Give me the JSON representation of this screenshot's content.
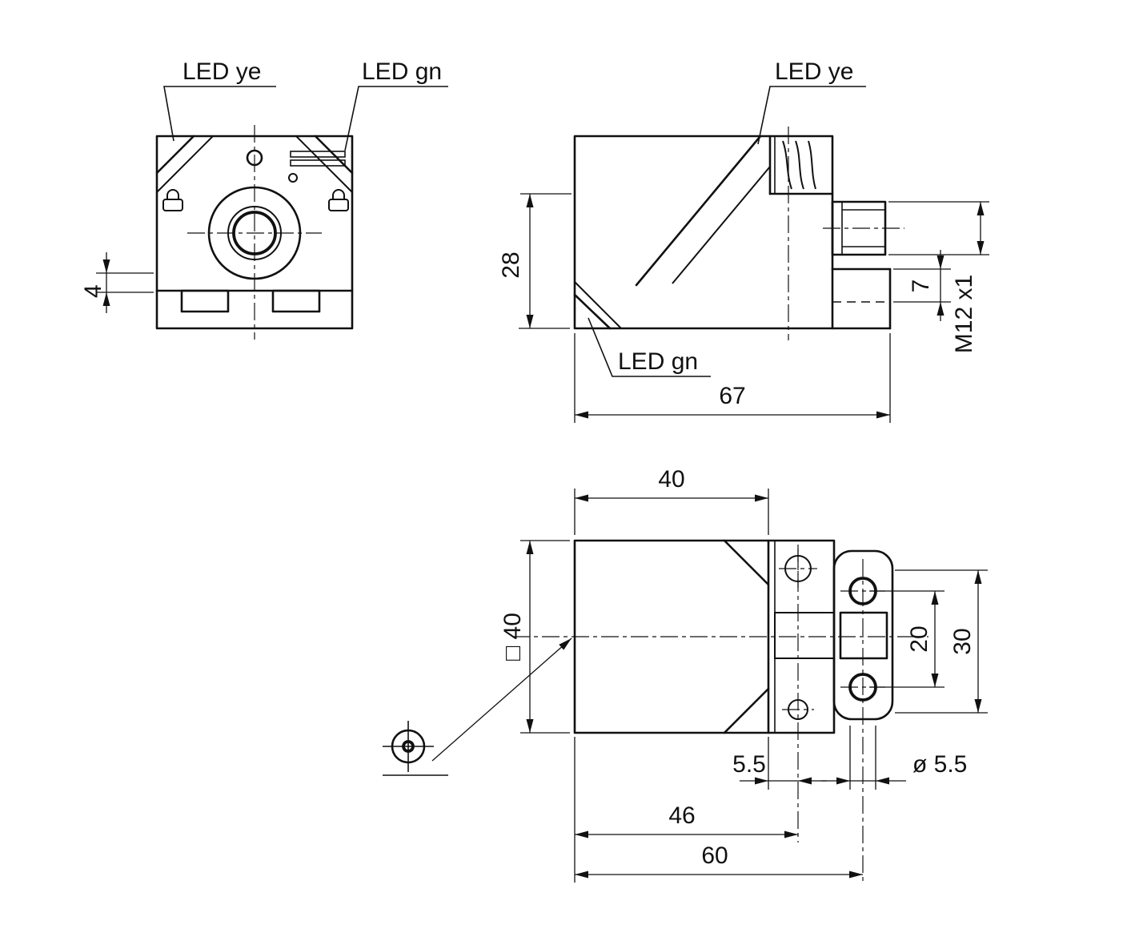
{
  "front_view": {
    "led_ye": "LED ye",
    "led_gn": "LED gn",
    "dim_step": "4"
  },
  "side_view": {
    "led_ye": "LED ye",
    "led_gn": "LED gn",
    "dim_height": "28",
    "dim_offset": "7",
    "dim_thread": "M12 x1",
    "dim_length": "67"
  },
  "bottom_view": {
    "dim_depth": "40",
    "dim_square": "□ 40",
    "dim_hole_spacing": "20",
    "dim_bracket_height": "30",
    "dim_slot_offset": "5.5",
    "dim_hole_diameter": "ø 5.5",
    "dim_length_46": "46",
    "dim_length_60": "60"
  }
}
